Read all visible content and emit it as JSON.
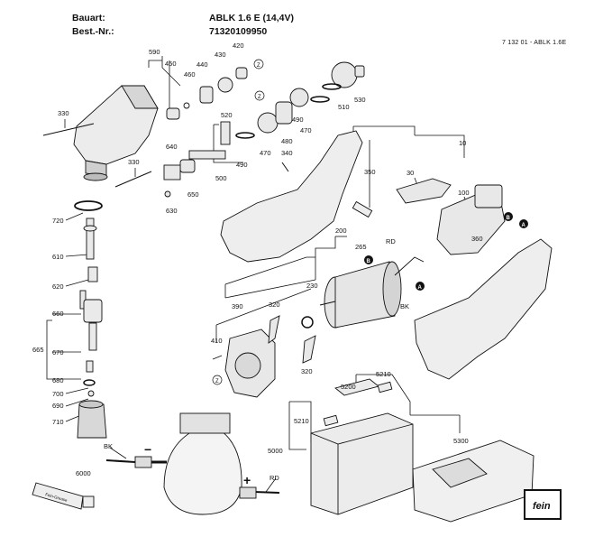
{
  "header": {
    "type_label": "Bauart:",
    "type_value": "ABLK 1.6 E (14,4V)",
    "order_label": "Best.-Nr.:",
    "order_value": "71320109950",
    "doc_number": "7 132 01 - ABLK 1.6E"
  },
  "callouts": [
    "590",
    "450",
    "420",
    "430",
    "440",
    "460",
    "330",
    "330",
    "640",
    "650",
    "630",
    "720",
    "610",
    "620",
    "660",
    "665",
    "670",
    "680",
    "700",
    "690",
    "710",
    "520",
    "500",
    "490",
    "470",
    "480",
    "490",
    "470",
    "510",
    "530",
    "340",
    "350",
    "10",
    "30",
    "100",
    "360",
    "200",
    "265",
    "RD",
    "BK",
    "230",
    "320",
    "320",
    "390",
    "410",
    "5210",
    "5200",
    "5210",
    "5000",
    "5300",
    "6000",
    "BK",
    "RD"
  ],
  "markers": {
    "a": "A",
    "b": "B",
    "z": "Z"
  },
  "wiring": {
    "minus": "−",
    "plus": "+"
  },
  "grease_tube_label": "Fein-Grease",
  "brand_logo": "fein"
}
